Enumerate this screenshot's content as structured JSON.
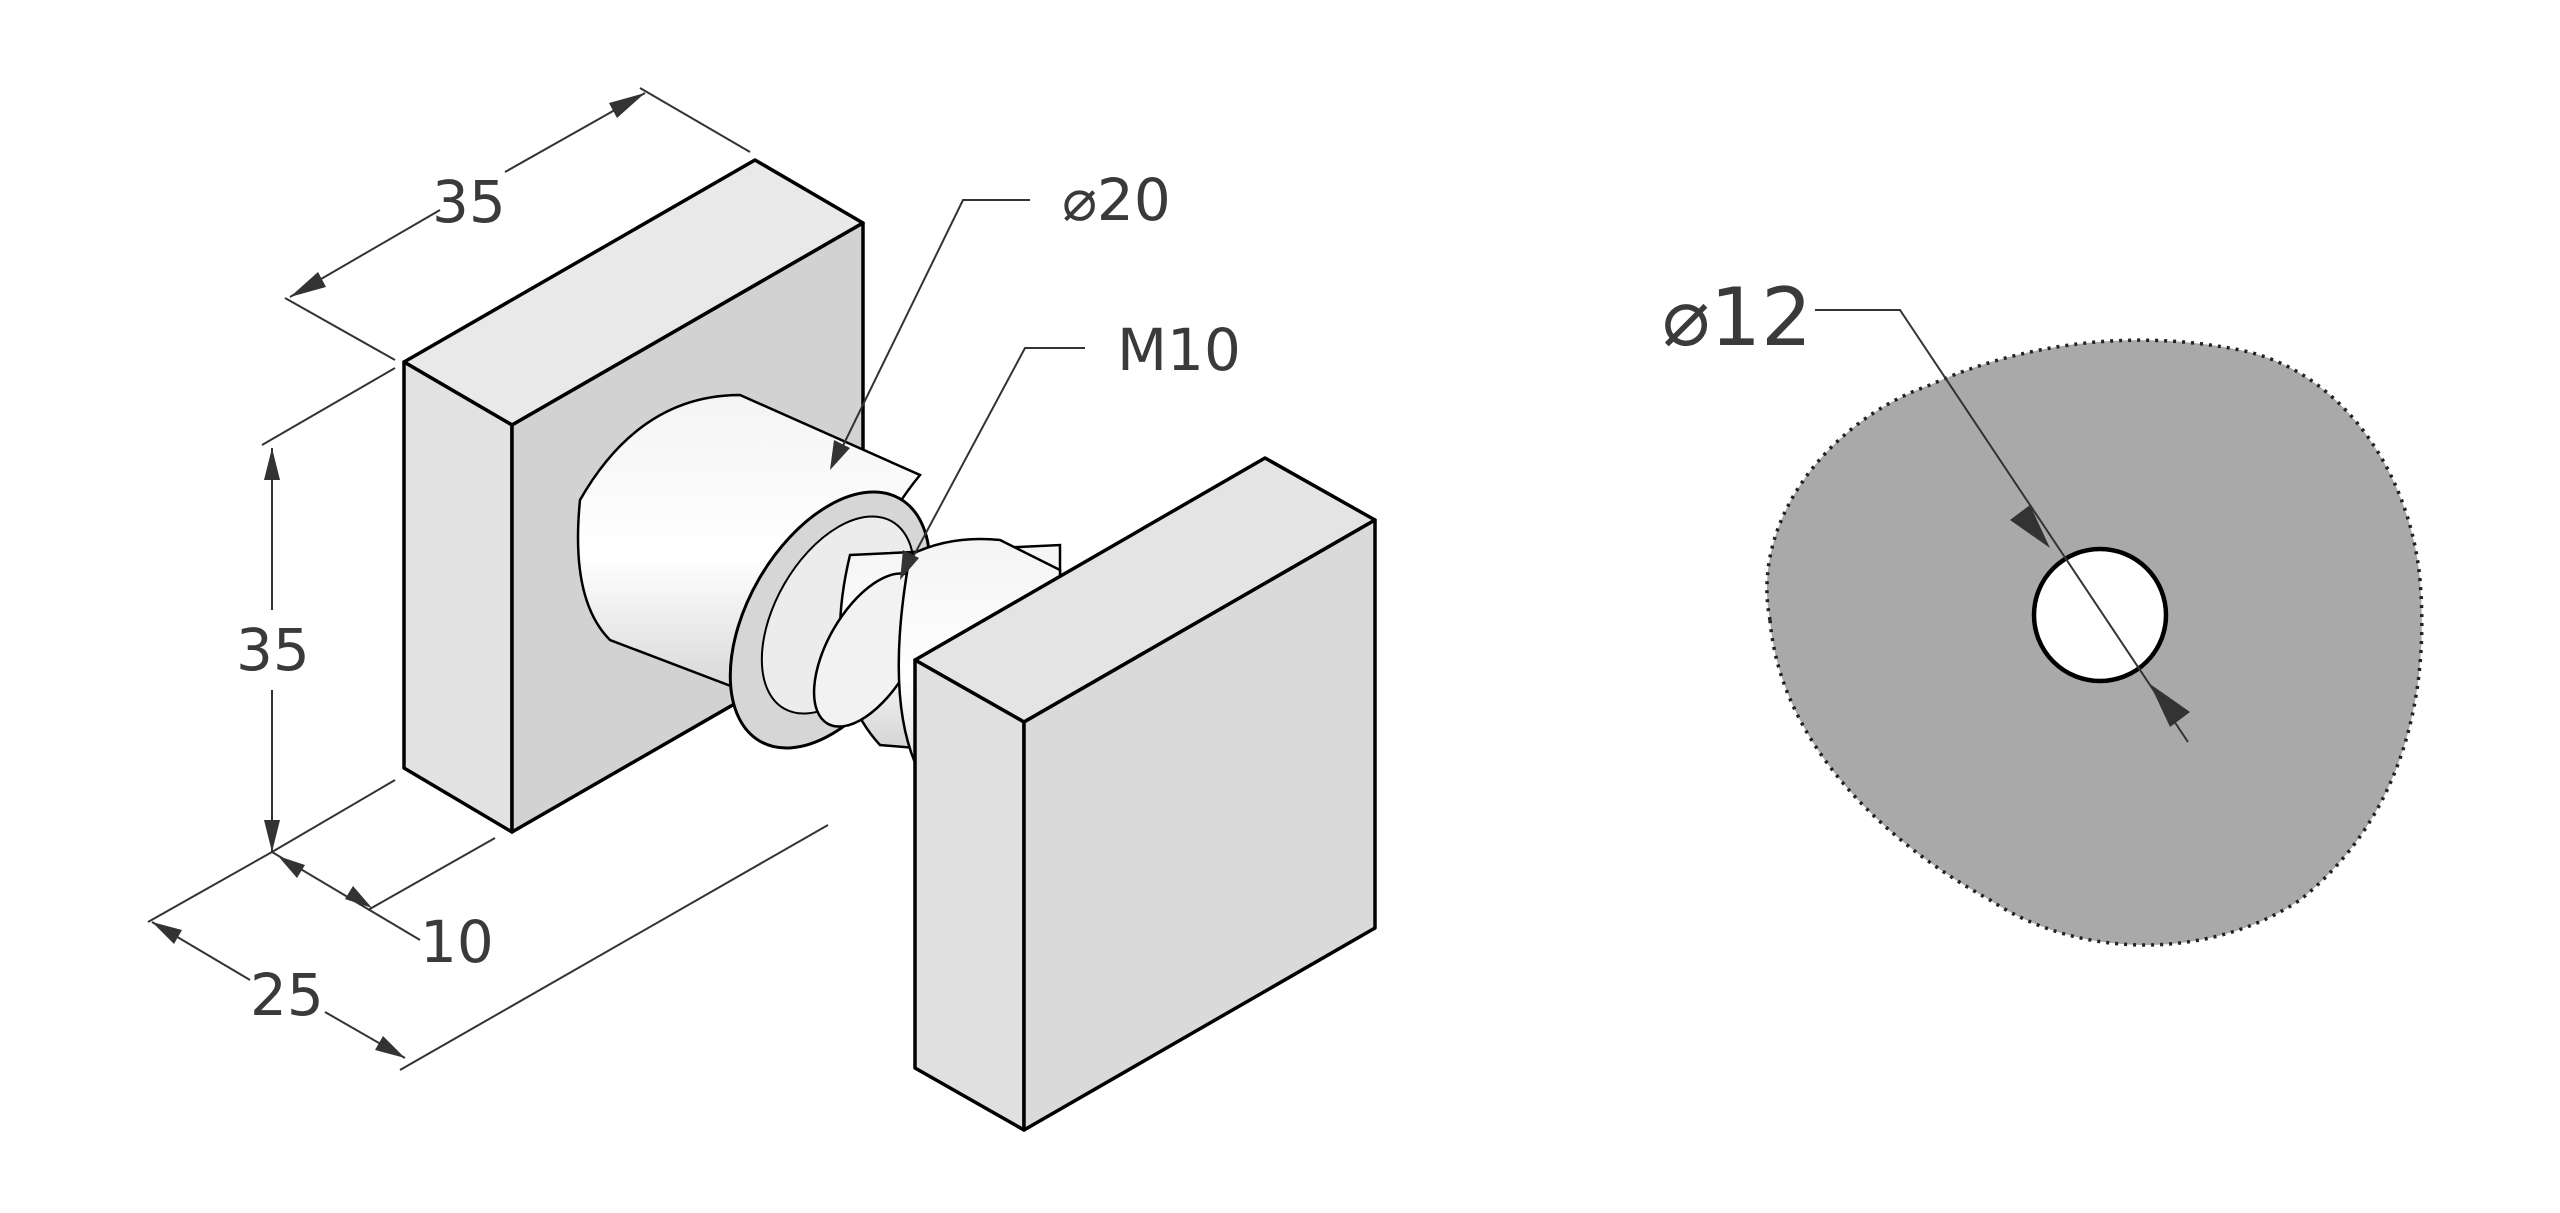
{
  "drawing": {
    "title": "",
    "dimensions": {
      "width_top": "35",
      "height_left": "35",
      "depth_short": "10",
      "depth_total": "25",
      "rosette_diameter": "⌀20",
      "thread": "M10",
      "hole_diameter": "⌀12"
    }
  },
  "colors": {
    "face_light": "#dedede",
    "face_mid": "#cfcfcf",
    "face_side": "#e6e6e6",
    "cylinder": "#e4e4e4",
    "hole_section": "#a9a9a9",
    "dimension_line": "#333333"
  }
}
